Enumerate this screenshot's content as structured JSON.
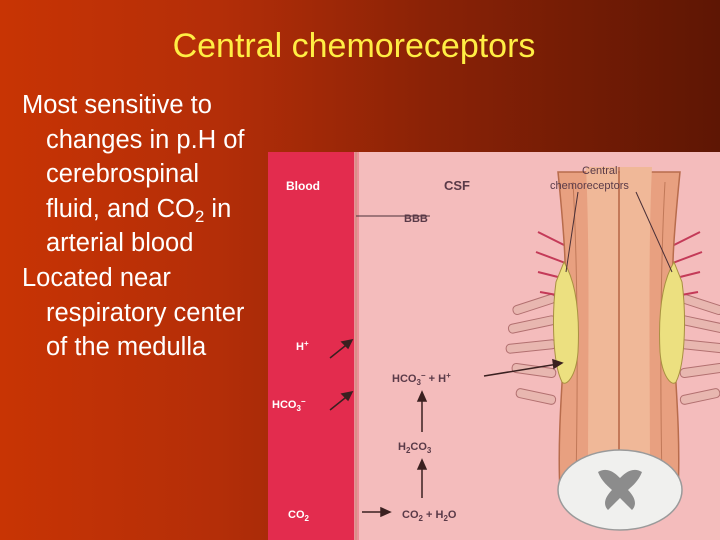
{
  "slide": {
    "title": "Central chemoreceptors",
    "bullets": [
      {
        "pre": "Most sensitive to changes in p.H of cerebrospinal fluid, and CO",
        "sub": "2",
        "post": " in arterial blood"
      },
      {
        "pre": "Located near respiratory center of the medulla",
        "sub": "",
        "post": ""
      }
    ]
  },
  "figure": {
    "blood": "Blood",
    "csf": "CSF",
    "bbb": "BBB",
    "chemo_line1": "Central",
    "chemo_line2": "chemoreceptors",
    "h_ion": {
      "base": "H",
      "sup": "+"
    },
    "hco3_ion": {
      "base": "HCO",
      "sub": "3",
      "sup": "−"
    },
    "co2_blood": {
      "base": "CO",
      "sub": "2"
    },
    "reaction_top": {
      "a": "HCO",
      "a_sub": "3",
      "a_sup": "−",
      "mid": " + H",
      "mid_sup": "+"
    },
    "reaction_mid": {
      "a": "H",
      "a_sub": "2",
      "b": "CO",
      "b_sub": "3"
    },
    "reaction_bottom": {
      "a": "CO",
      "a_sub": "2",
      "mid": " + H",
      "mid_sub": "2",
      "end": "O"
    },
    "colors": {
      "blood": "#e32c4e",
      "csf": "#f4bcbc",
      "cord": "#e8a080",
      "chemo": "#ece080"
    }
  }
}
